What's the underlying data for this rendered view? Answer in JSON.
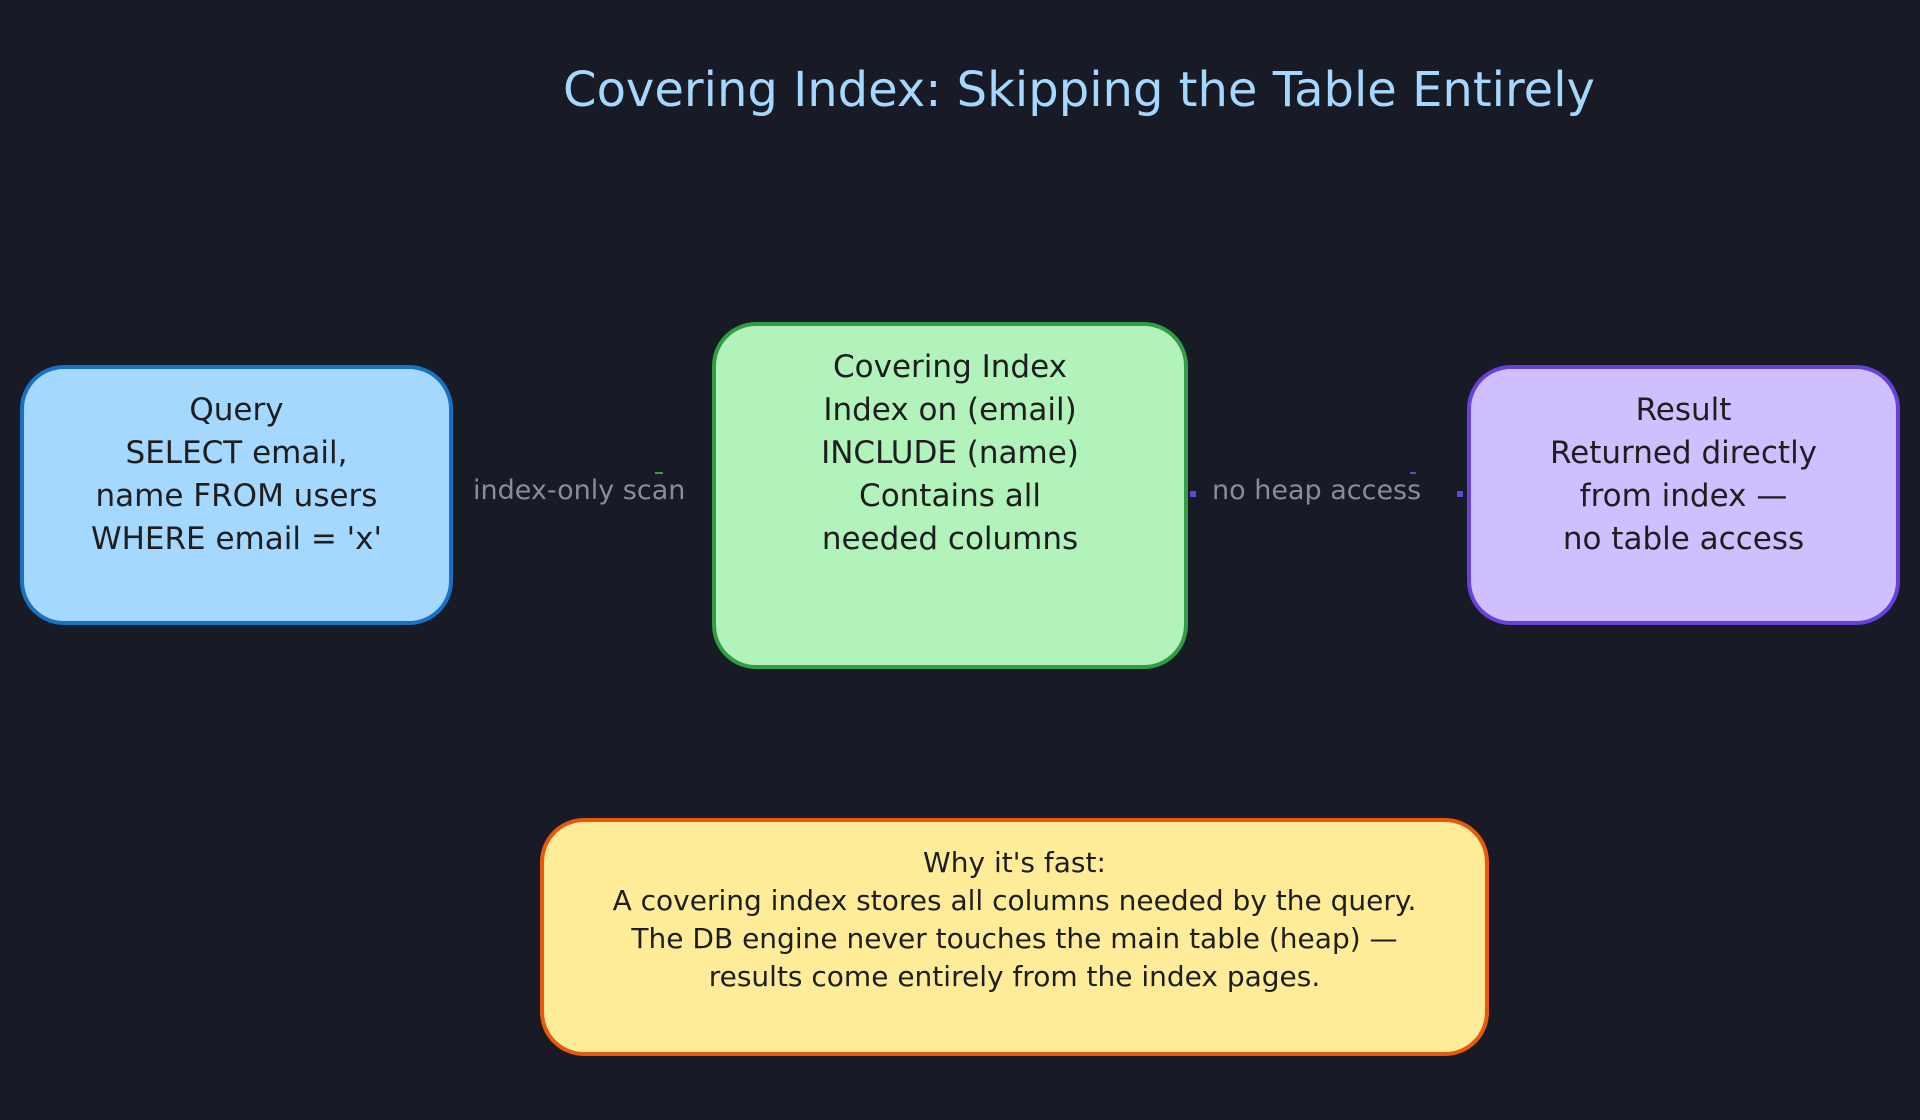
{
  "title": "Covering Index: Skipping the Table Entirely",
  "colors": {
    "background": "#181a26",
    "title": "#a5d8ff",
    "edge_label": "#868e96",
    "query_fill": "#a5d8ff",
    "query_stroke": "#1971c2",
    "covering_fill": "#b2f2bb",
    "covering_stroke": "#2f9e44",
    "result_fill": "#d0bfff",
    "result_stroke": "#6741d9",
    "note_fill": "#ffec99",
    "note_stroke": "#e8590c"
  },
  "nodes": {
    "query": {
      "text": "Query\nSELECT email,\nname FROM users\nWHERE email = 'x'"
    },
    "covering_index": {
      "text": "Covering Index\nIndex on (email)\nINCLUDE (name)\nContains all\nneeded columns"
    },
    "result": {
      "text": "Result\nReturned directly\nfrom index —\nno table access"
    },
    "note": {
      "text": "Why it's fast:\nA covering index stores all columns needed by the query.\nThe DB engine never touches the main table (heap) —\nresults come entirely from the index pages."
    }
  },
  "edges": [
    {
      "from": "query",
      "to": "covering_index",
      "label": "index-only scan"
    },
    {
      "from": "covering_index",
      "to": "result",
      "label": "no heap access"
    }
  ]
}
